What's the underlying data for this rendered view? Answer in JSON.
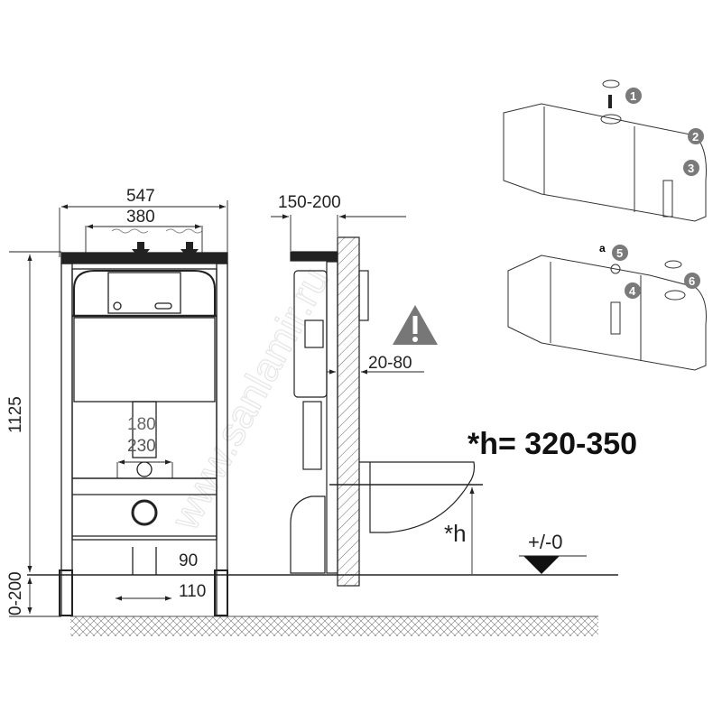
{
  "front_view": {
    "width_total": "547",
    "width_inner": "380",
    "height_total": "1125",
    "foot_adjust": "0-200",
    "drain_spacing_a": "180",
    "drain_spacing_b": "230",
    "outlet_a": "90",
    "outlet_b": "110"
  },
  "side_view": {
    "depth": "150-200",
    "wall_gap": "20-80",
    "height_symbol": "*h",
    "height_formula": "*h= 320-350",
    "floor_level": "+/-0",
    "warning_icon": "warning-triangle-icon"
  },
  "install_steps": {
    "steps": [
      "1",
      "2",
      "3",
      "4",
      "5",
      "6"
    ],
    "sub_label": "a"
  },
  "watermark": "www.sanlamir.ru",
  "colors": {
    "line": "#222222",
    "step_badge": "#7a7a7a",
    "warning": "#777777"
  }
}
